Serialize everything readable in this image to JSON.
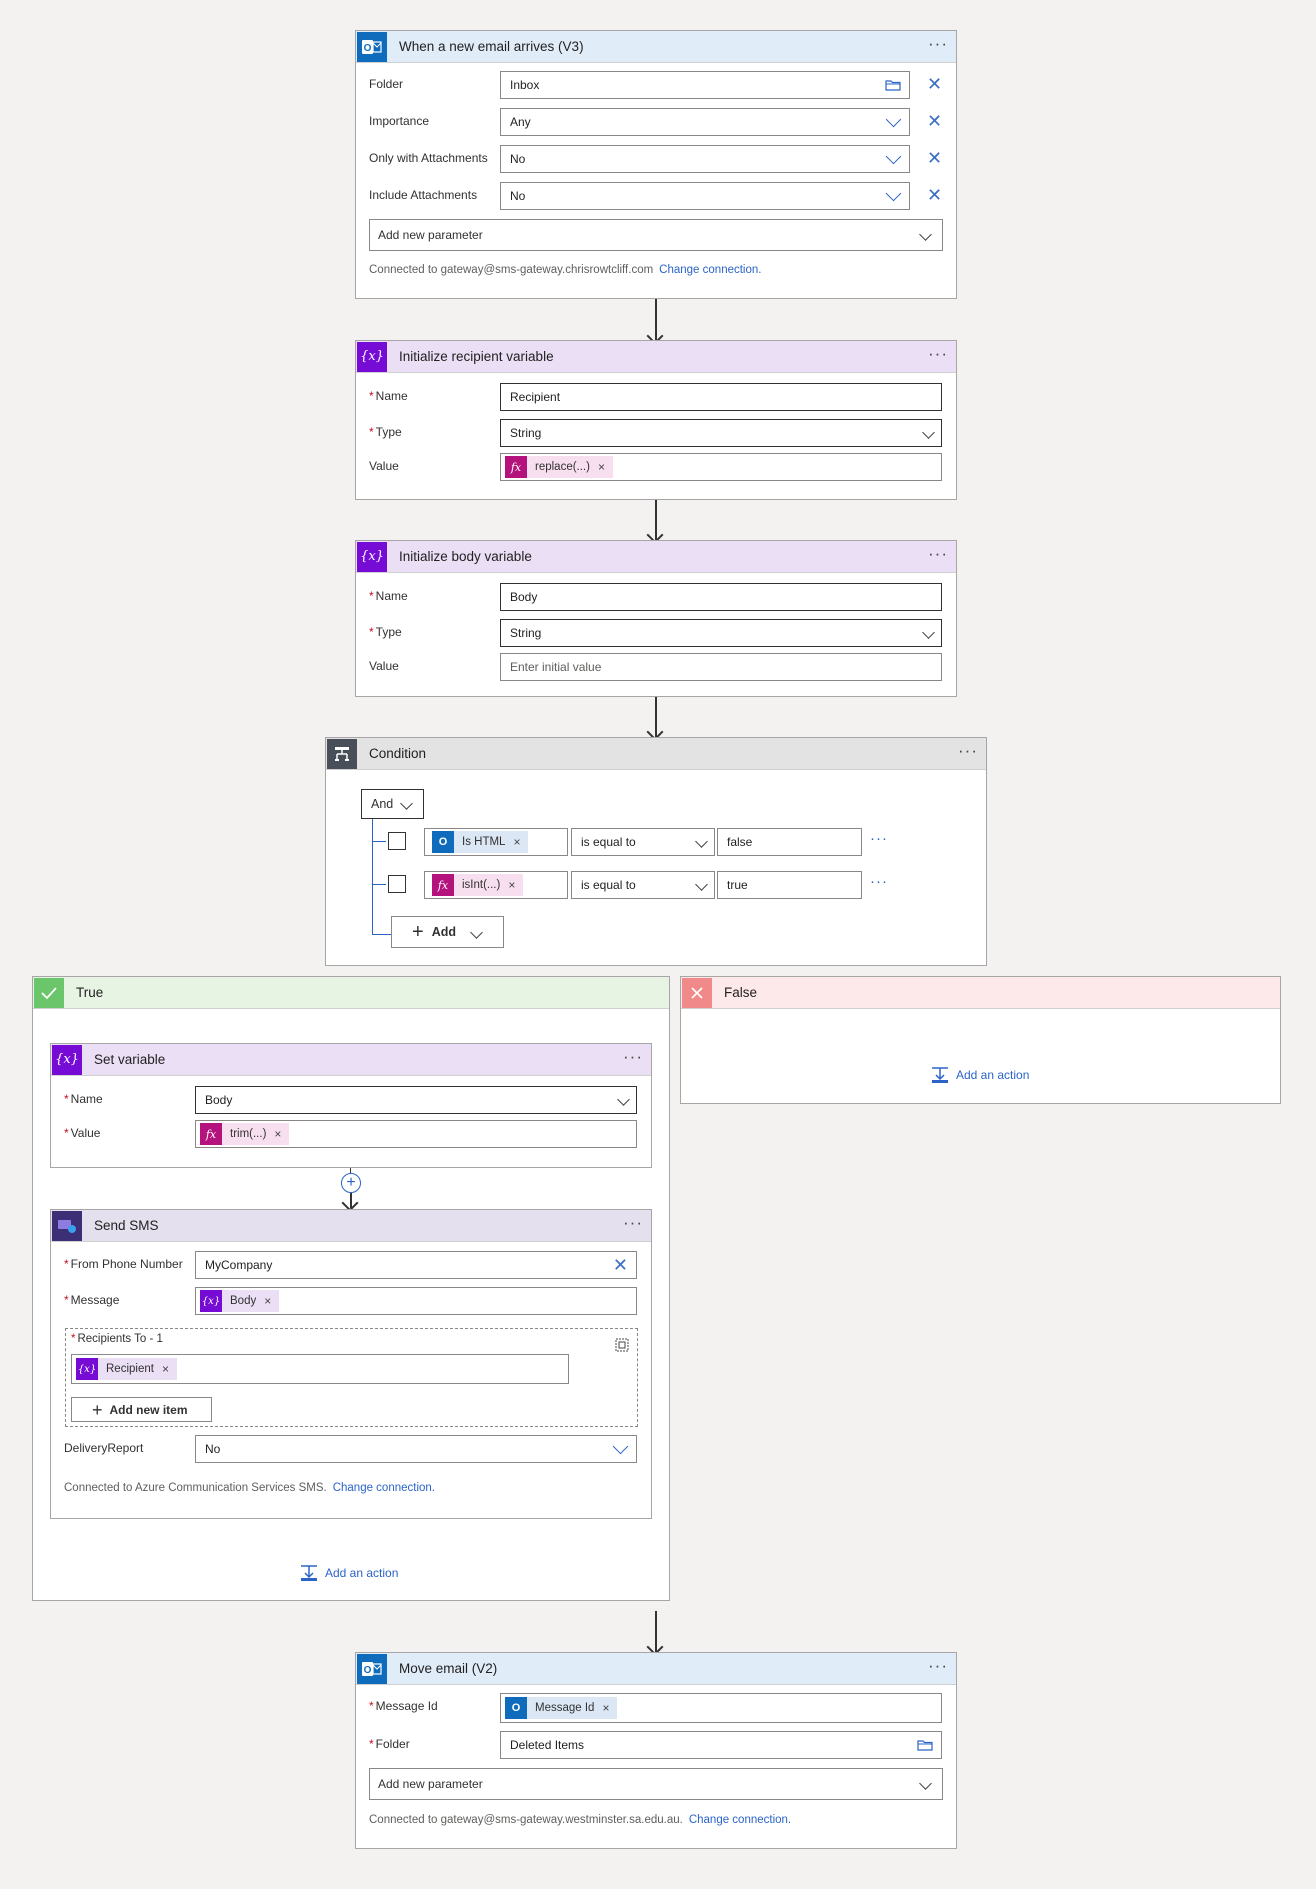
{
  "trigger": {
    "title": "When a new email arrives (V3)",
    "icon": "outlook-icon",
    "params": [
      {
        "label": "Folder",
        "value": "Inbox"
      },
      {
        "label": "Importance",
        "value": "Any"
      },
      {
        "label": "Only with Attachments",
        "value": "No"
      },
      {
        "label": "Include Attachments",
        "value": "No"
      }
    ],
    "add_param": "Add new parameter",
    "conn_text": "Connected to gateway@sms-gateway.chrisrowtcliff.com",
    "change_conn": "Change connection."
  },
  "init_recipient": {
    "title": "Initialize recipient variable",
    "name_label": "Name",
    "name_value": "Recipient",
    "type_label": "Type",
    "type_value": "String",
    "value_label": "Value",
    "value_token": "replace(...)",
    "token_close": "×"
  },
  "init_body": {
    "title": "Initialize body variable",
    "name_label": "Name",
    "name_value": "Body",
    "type_label": "Type",
    "type_value": "String",
    "value_label": "Value",
    "value_placeholder": "Enter initial value"
  },
  "condition": {
    "title": "Condition",
    "group_op": "And",
    "rows": [
      {
        "token": "Is HTML",
        "token_kind": "outlook",
        "operator": "is equal to",
        "value": "false"
      },
      {
        "token": "isInt(...)",
        "token_kind": "fx",
        "operator": "is equal to",
        "value": "true"
      }
    ],
    "add_label": "Add",
    "row_more": "···"
  },
  "true_branch": {
    "title": "True",
    "add_action": "Add an action"
  },
  "false_branch": {
    "title": "False",
    "add_action": "Add an action"
  },
  "set_variable": {
    "title": "Set variable",
    "name_label": "Name",
    "name_value": "Body",
    "value_label": "Value",
    "value_token": "trim(...)"
  },
  "send_sms": {
    "title": "Send SMS",
    "from_label": "From Phone Number",
    "from_value": "MyCompany",
    "message_label": "Message",
    "message_token": "Body",
    "recipients_label": "Recipients To - 1",
    "recipients_token": "Recipient",
    "add_item": "Add new item",
    "delivery_label": "DeliveryReport",
    "delivery_value": "No",
    "conn_text": "Connected to Azure Communication Services SMS.",
    "change_conn": "Change connection."
  },
  "move_email": {
    "title": "Move email (V2)",
    "msgid_label": "Message Id",
    "msgid_token": "Message Id",
    "folder_label": "Folder",
    "folder_value": "Deleted Items",
    "add_param": "Add new parameter",
    "conn_text": "Connected to gateway@sms-gateway.westminster.sa.edu.au.",
    "change_conn": "Change connection."
  },
  "ui": {
    "more": "···",
    "required_mark": "*",
    "var_icon_text": "{x}",
    "fx_icon_text": "fx",
    "close_x": "×",
    "x_glyph": "✕"
  }
}
